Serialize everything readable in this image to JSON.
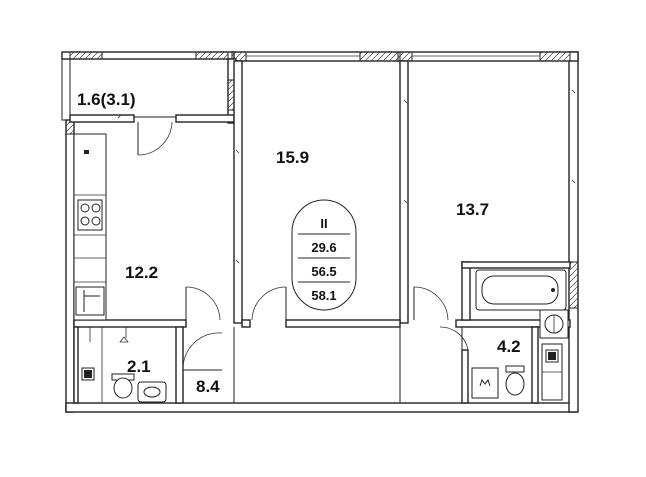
{
  "rooms": {
    "balcony": "1.6(3.1)",
    "kitchen": "12.2",
    "living_room": "15.9",
    "bedroom": "13.7",
    "bathroom_left": "2.1",
    "hall": "8.4",
    "bathroom_right": "4.2"
  },
  "summary": {
    "type_label": "II",
    "living_area": "29.6",
    "total_area": "56.5",
    "total_with_balcony": "58.1"
  },
  "colors": {
    "line": "#222222",
    "background": "#ffffff"
  }
}
